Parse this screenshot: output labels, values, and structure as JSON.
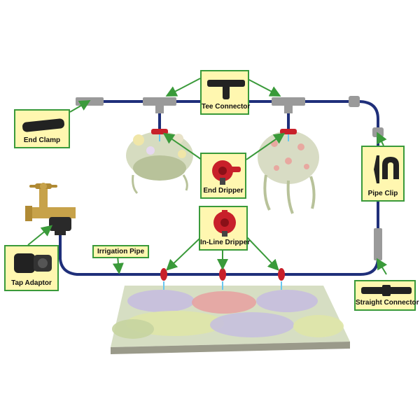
{
  "labels": {
    "tee_connector": "Tee Connector",
    "end_clamp": "End Clamp",
    "end_dripper": "End Dripper",
    "pipe_clip": "Pipe Clip",
    "in_line_dripper": "In-Line Dripper",
    "irrigation_pipe": "Irrigation Pipe",
    "tap_adaptor": "Tap Adaptor",
    "straight_connector": "Straight Connector"
  },
  "colors": {
    "pipe": "#1f2f7a",
    "label_fill": "#fff7b0",
    "label_border": "#3a9a3a",
    "arrow": "#3a9a3a",
    "dripper_red": "#c8202a",
    "connector_grey": "#9a9a9a"
  }
}
